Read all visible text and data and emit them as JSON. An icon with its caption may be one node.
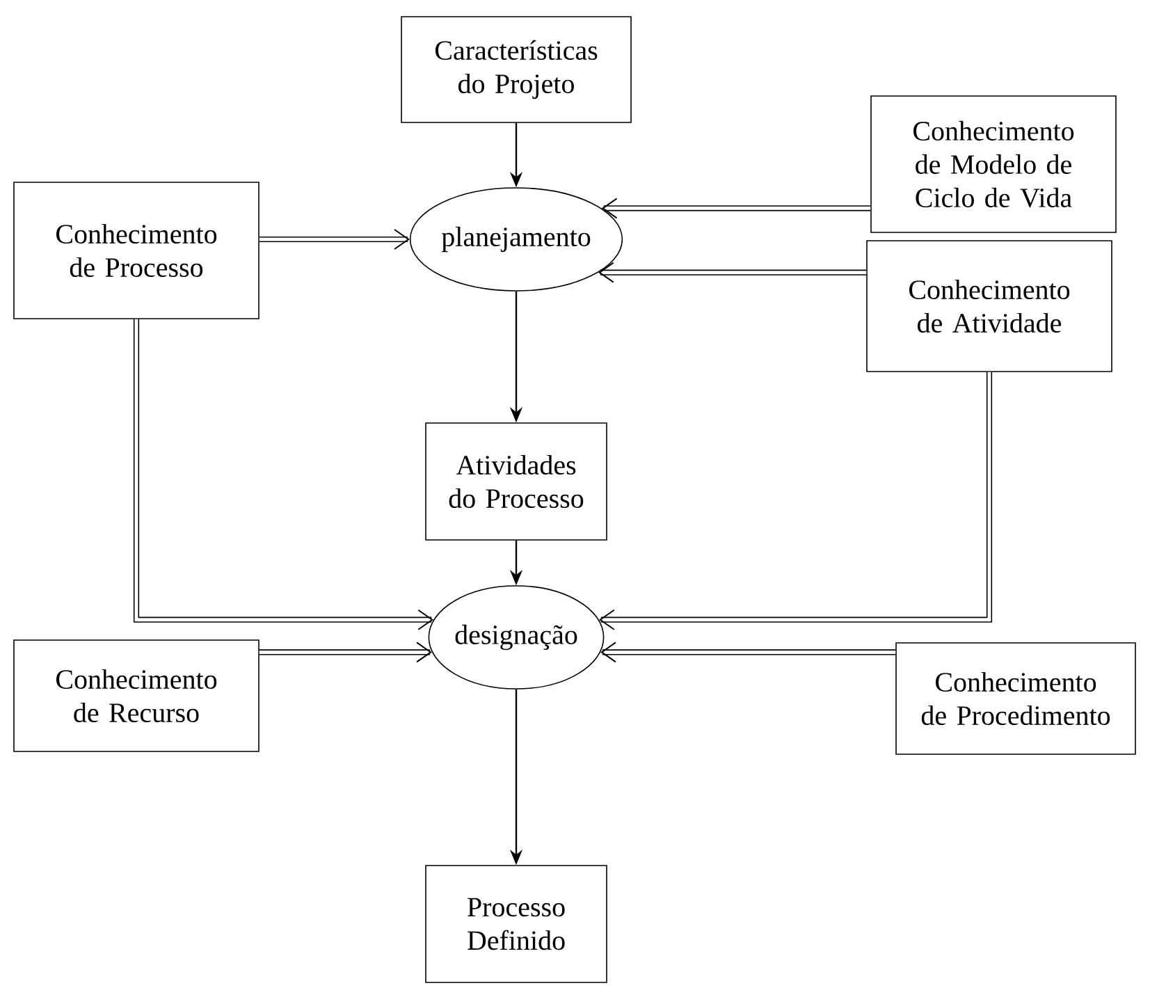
{
  "diagram": {
    "nodes": [
      {
        "text": [
          "Características do Projeto"
        ]
      },
      {
        "text": [
          "Conhecimento de Modelo de Ciclo de Vida"
        ]
      },
      {
        "text": [
          "Conhecimento de Processo"
        ]
      },
      {
        "text": [
          "planejamento"
        ]
      },
      {
        "text": [
          "Conhecimento de Atividade"
        ]
      },
      {
        "text": [
          "Atividades do Processo"
        ]
      },
      {
        "text": [
          "designação"
        ]
      },
      {
        "text": [
          "Conhecimento de Recurso"
        ]
      },
      {
        "text": [
          "Conhecimento de Procedimento"
        ]
      },
      {
        "text": [
          "Processo Definido"
        ]
      }
    ],
    "edges": [
      {
        "from": 0,
        "to": 3,
        "arrow": "to"
      },
      {
        "from": 1,
        "to": 3,
        "arrow": "to"
      },
      {
        "from": 2,
        "to": 3,
        "arrow": "to"
      },
      {
        "from": 4,
        "to": 3,
        "arrow": "to"
      },
      {
        "from": 3,
        "to": 5,
        "arrow": "to"
      },
      {
        "from": 2,
        "to": 6,
        "arrow": "to"
      },
      {
        "from": 4,
        "to": 6,
        "arrow": "to"
      },
      {
        "from": 5,
        "to": 6,
        "arrow": "to"
      },
      {
        "from": 7,
        "to": 6,
        "arrow": "to"
      },
      {
        "from": 8,
        "to": 6,
        "arrow": "to"
      },
      {
        "from": 6,
        "to": 9,
        "arrow": "to"
      }
    ]
  }
}
